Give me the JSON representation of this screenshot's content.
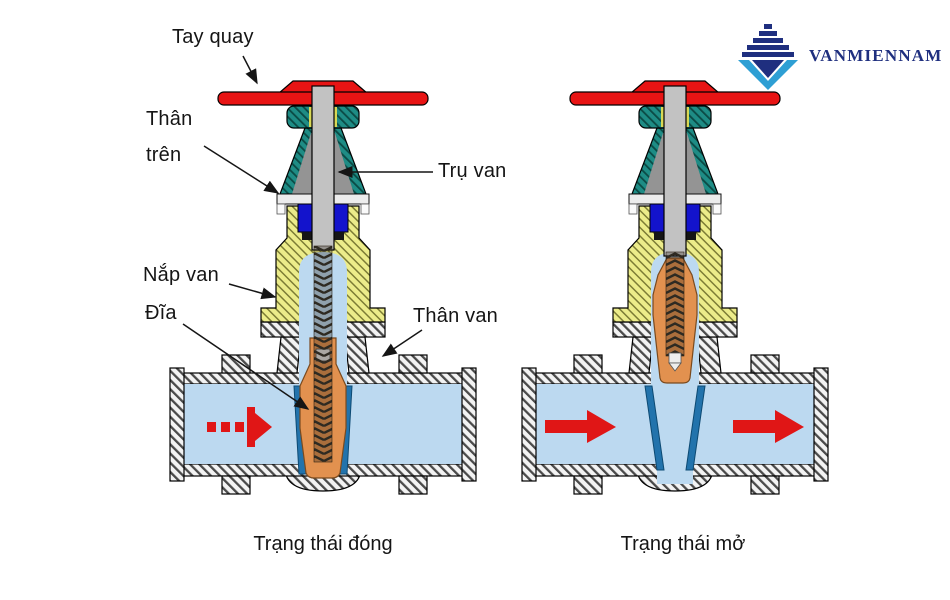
{
  "page": {
    "background": "#ffffff"
  },
  "logo": {
    "text": "VANMIENNAM"
  },
  "labels": {
    "tay_quay": "Tay quay",
    "than_tren_1": "Thân",
    "than_tren_2": "trên",
    "tru_van": "Trụ van",
    "nap_van": "Nắp van",
    "dia": "Đĩa",
    "than_van": "Thân van"
  },
  "captions": {
    "closed": "Trạng thái đóng",
    "open": "Trạng thái mở"
  },
  "colors": {
    "handwheel_red": "#e81414",
    "flow_arrow_red": "#e01616",
    "gland_teal": "#1e8c85",
    "bonnet_yellow": "#ecec8a",
    "packing_blue": "#1313cc",
    "fluid_light_blue": "#bcd9f0",
    "disc_orange": "#e2914f",
    "seat_blue": "#2273ac",
    "stem_gray": "#c2c2c2",
    "yoke_gray": "#949494",
    "logo_navy": "#1f2f7f",
    "logo_light_blue": "#2e9fd4"
  }
}
